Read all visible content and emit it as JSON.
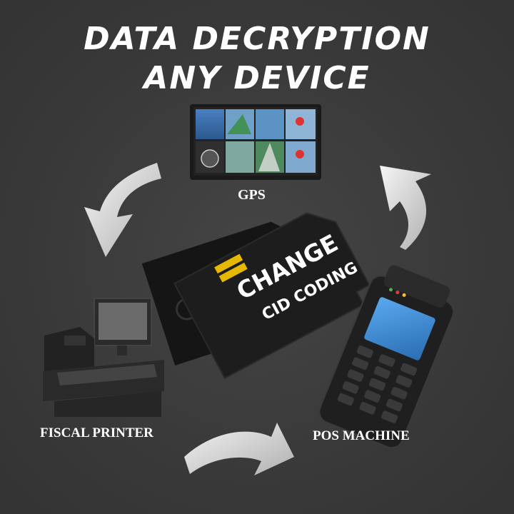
{
  "headline": {
    "line1": "DATA DECRYPTION",
    "line2": "ANY DEVICE"
  },
  "card": {
    "line1": "CHANGE",
    "line2": "CID CODING"
  },
  "devices": {
    "gps": "GPS",
    "printer": "FISCAL PRINTER",
    "pos": "POS MACHINE"
  },
  "colors": {
    "background": "#3a3a3a",
    "text": "#ffffff",
    "arrow": "#e8e8e8",
    "card": "#1c1c1c",
    "card_contacts": "#e6b800",
    "pos_screen": "#3b8bd9"
  },
  "icons": [
    "gps-device-icon",
    "sd-card-icon",
    "fiscal-printer-icon",
    "pos-terminal-icon",
    "cycle-arrow-icon"
  ]
}
